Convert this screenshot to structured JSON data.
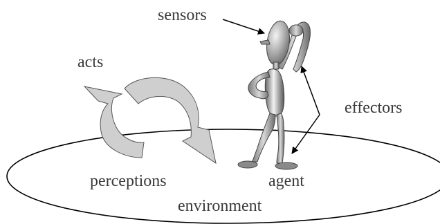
{
  "diagram": {
    "labels": {
      "sensors": "sensors",
      "acts": "acts",
      "effectors": "effectors",
      "perceptions": "perceptions",
      "agent": "agent",
      "environment": "environment"
    },
    "colors": {
      "text": "#3a3a3a",
      "line": "#000000",
      "cycle_arrow_fill": "#cfcfcf",
      "body_light": "#eeeeee",
      "body_dark": "#6a6a6a"
    },
    "icons": {
      "cycle": "circular-arrows-icon",
      "agent": "stick-figure-agent-icon"
    }
  }
}
